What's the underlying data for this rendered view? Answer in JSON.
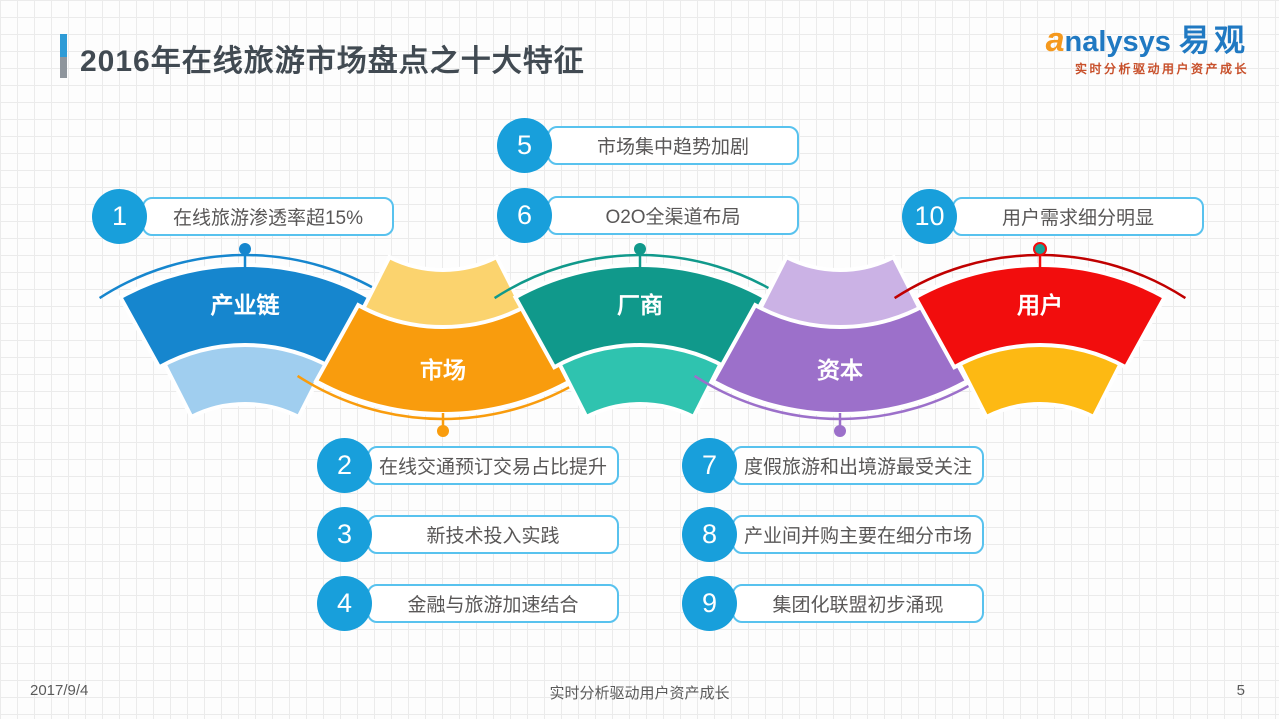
{
  "header": {
    "title": "2016年在线旅游市场盘点之十大特征",
    "logo": {
      "brand_a": "a",
      "brand_rest": "nalysys",
      "brand_cn": "易观",
      "tagline": "实时分析驱动用户资产成长"
    }
  },
  "fans": [
    {
      "label": "产业链",
      "color": "#1686CE",
      "light": "#A0CEEF"
    },
    {
      "label": "市场",
      "color": "#F99C0D",
      "light": "#FBD36E"
    },
    {
      "label": "厂商",
      "color": "#10998B",
      "light": "#2FC3AF"
    },
    {
      "label": "资本",
      "color": "#9C70CA",
      "light": "#CBB2E5"
    },
    {
      "label": "用户",
      "color": "#F20D0D",
      "light": "#FDB913",
      "outline": "#C00000",
      "dot": "#18A295",
      "dot_stroke": "#F20D0D",
      "connector": "#F20D0D"
    }
  ],
  "callouts": [
    {
      "num": "1",
      "text": "在线旅游渗透率超15%"
    },
    {
      "num": "2",
      "text": "在线交通预订交易占比提升"
    },
    {
      "num": "3",
      "text": "新技术投入实践"
    },
    {
      "num": "4",
      "text": "金融与旅游加速结合"
    },
    {
      "num": "5",
      "text": "市场集中趋势加剧"
    },
    {
      "num": "6",
      "text": "O2O全渠道布局"
    },
    {
      "num": "7",
      "text": "度假旅游和出境游最受关注"
    },
    {
      "num": "8",
      "text": "产业间并购主要在细分市场"
    },
    {
      "num": "9",
      "text": "集团化联盟初步涌现"
    },
    {
      "num": "10",
      "text": "用户需求细分明显"
    }
  ],
  "footer": {
    "date": "2017/9/4",
    "slogan": "实时分析驱动用户资产成长",
    "page": "5"
  },
  "colors": {
    "number_badge": "#189FDB",
    "callout_border": "#58C2EE",
    "title_text": "#414A52",
    "title_accent_blue": "#2E9BD6",
    "title_accent_gray": "#8E959C",
    "logo_blue": "#2079C2",
    "logo_orange": "#F5991D",
    "tagline_red": "#C8502B",
    "grid_line": "#EBEBEB"
  }
}
